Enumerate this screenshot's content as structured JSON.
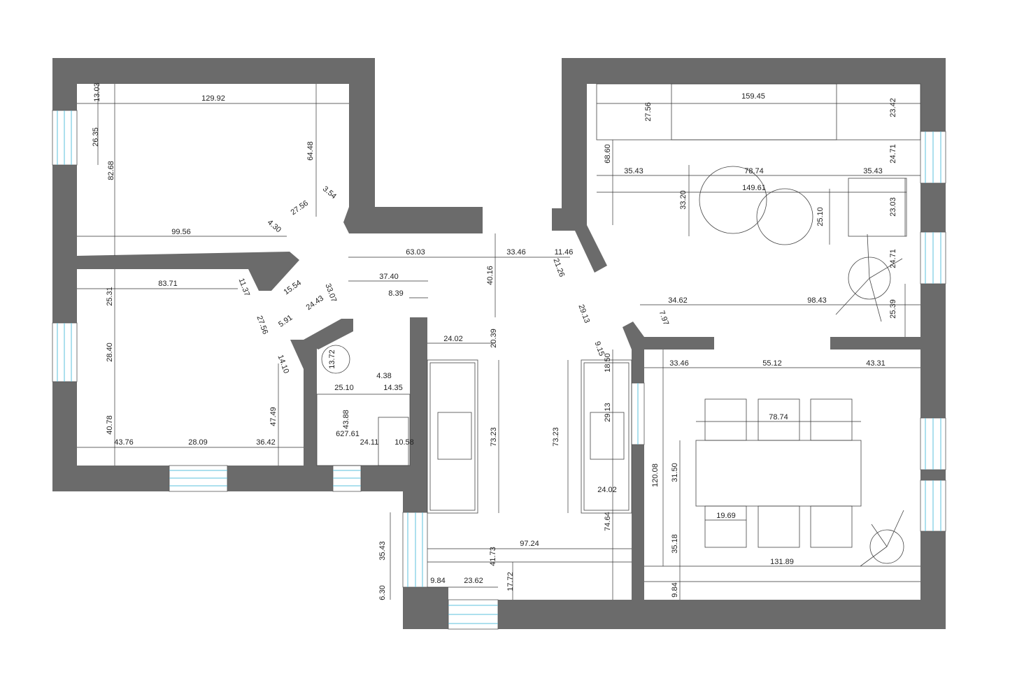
{
  "drawing": {
    "wall_color": "#6b6b6b",
    "window_color": "#5bc0de",
    "dimension_labels": [
      "13.03",
      "129.92",
      "26.35",
      "82.68",
      "64.48",
      "3.54",
      "27.56",
      "4.30",
      "99.56",
      "63.03",
      "33.46",
      "11.46",
      "40.16",
      "21.26",
      "37.40",
      "8.39",
      "15.54",
      "33.07",
      "11.37",
      "83.71",
      "25.31",
      "24.43",
      "5.91",
      "27.56",
      "28.40",
      "14.10",
      "13.72",
      "4.38",
      "25.10",
      "14.35",
      "43.88",
      "627.61",
      "24.11",
      "10.58",
      "40.78",
      "47.49",
      "43.76",
      "28.09",
      "36.42",
      "24.02",
      "20.39",
      "73.23",
      "73.23",
      "29.13",
      "9.15",
      "18.50",
      "29.13",
      "24.02",
      "74.64",
      "35.43",
      "41.73",
      "97.24",
      "9.84",
      "23.62",
      "17.72",
      "6.30",
      "159.45",
      "27.56",
      "23.42",
      "68.60",
      "35.43",
      "78.74",
      "35.43",
      "24.71",
      "149.61",
      "33.20",
      "25.10",
      "23.03",
      "24.71",
      "34.62",
      "98.43",
      "7.97",
      "25.39",
      "33.46",
      "55.12",
      "43.31",
      "78.74",
      "120.08",
      "31.50",
      "19.69",
      "35.18",
      "131.89",
      "9.84"
    ]
  }
}
